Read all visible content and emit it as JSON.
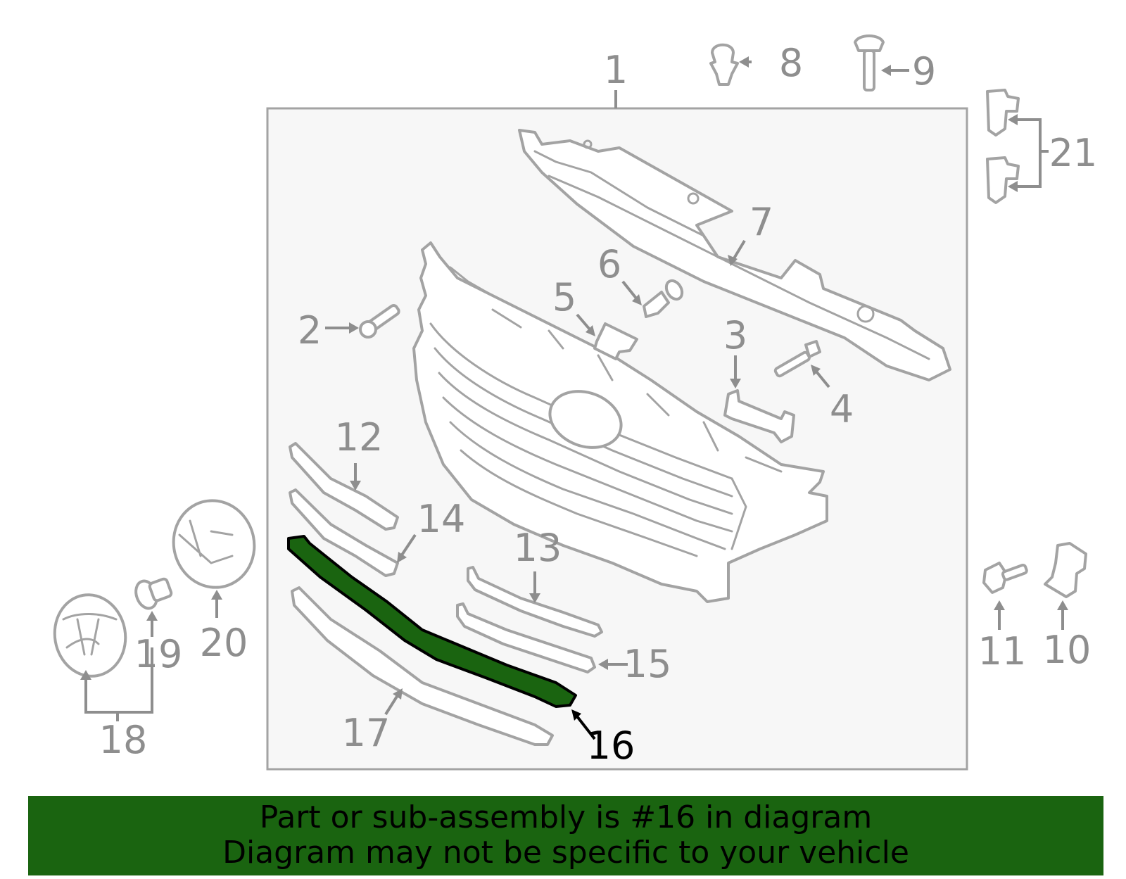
{
  "callouts": [
    {
      "id": "1",
      "label": "1"
    },
    {
      "id": "2",
      "label": "2"
    },
    {
      "id": "3",
      "label": "3"
    },
    {
      "id": "4",
      "label": "4"
    },
    {
      "id": "5",
      "label": "5"
    },
    {
      "id": "6",
      "label": "6"
    },
    {
      "id": "7",
      "label": "7"
    },
    {
      "id": "8",
      "label": "8"
    },
    {
      "id": "9",
      "label": "9"
    },
    {
      "id": "10",
      "label": "10"
    },
    {
      "id": "11",
      "label": "11"
    },
    {
      "id": "12",
      "label": "12"
    },
    {
      "id": "13",
      "label": "13"
    },
    {
      "id": "14",
      "label": "14"
    },
    {
      "id": "15",
      "label": "15"
    },
    {
      "id": "16",
      "label": "16"
    },
    {
      "id": "17",
      "label": "17"
    },
    {
      "id": "18",
      "label": "18"
    },
    {
      "id": "19",
      "label": "19"
    },
    {
      "id": "20",
      "label": "20"
    },
    {
      "id": "21",
      "label": "21"
    }
  ],
  "highlighted_part": "16",
  "colors": {
    "highlight_fill": "#1a6410",
    "line_gray": "#a3a3a3",
    "label_gray": "#8e8e8e",
    "banner_bg": "#1a6410"
  },
  "banner": {
    "line1": "Part or sub-assembly is #16 in diagram",
    "line2": "Diagram may not be specific to your vehicle"
  }
}
